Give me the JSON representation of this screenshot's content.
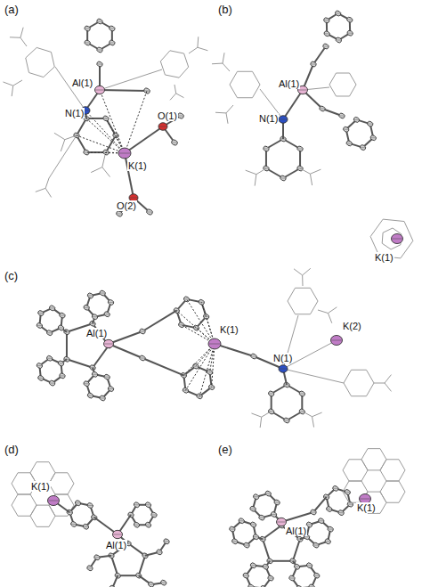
{
  "diagram": {
    "labels": [
      "(a)",
      "Al(1)",
      "N(1)",
      "K(1)",
      "O(1)",
      "O(2)",
      "(b)",
      "Al(1)",
      "N(1)",
      "K(1)",
      "(c)",
      "Al(1)",
      "K(1)",
      "N(1)",
      "K(2)",
      "(d)",
      "K(1)",
      "Al(1)",
      "(e)",
      "Al(1)",
      "K(1)"
    ]
  }
}
